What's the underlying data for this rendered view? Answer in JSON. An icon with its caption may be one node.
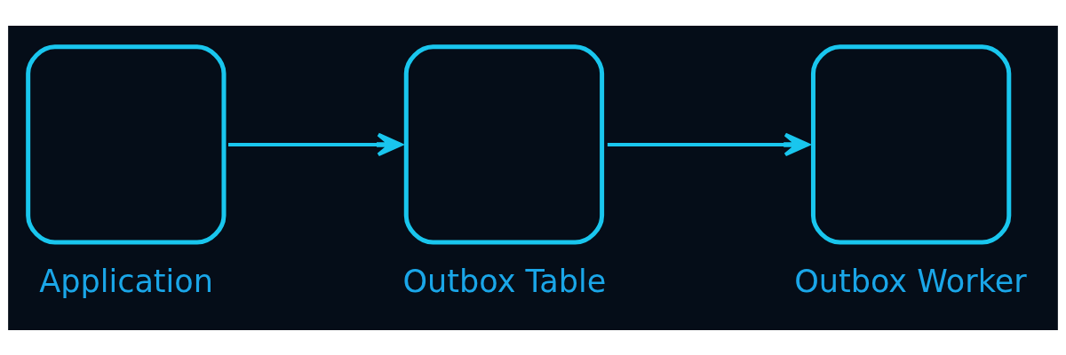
{
  "diagram": {
    "nodes": [
      {
        "text": [
          "Application"
        ]
      },
      {
        "text": [
          "Outbox Table"
        ]
      },
      {
        "text": [
          "Outbox Worker"
        ]
      }
    ],
    "edges": [
      {
        "from": 0,
        "to": 1,
        "arrow": "to"
      },
      {
        "from": 1,
        "to": 2,
        "arrow": "to"
      }
    ]
  }
}
